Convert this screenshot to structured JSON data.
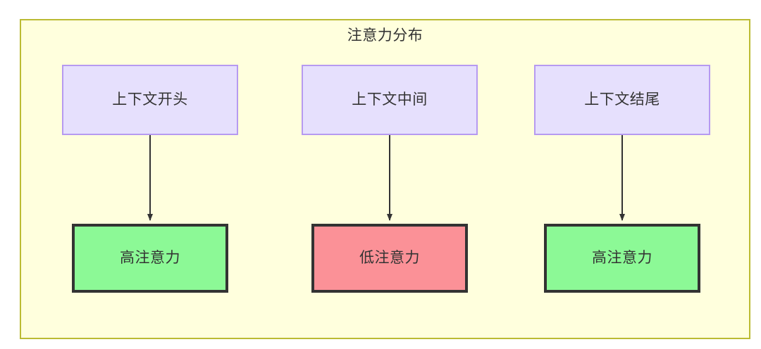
{
  "diagram": {
    "type": "flowchart",
    "container": {
      "title": "注意力分布",
      "fill_color": "#ffffdd",
      "border_color": "#bbbb33"
    },
    "colors": {
      "context_fill": "#e6e0fd",
      "context_border": "#b69af0",
      "high_attention_fill": "#8cf996",
      "low_attention_fill": "#fb9197",
      "outcome_border": "#333333",
      "edge_color": "#333333",
      "text_color": "#333333"
    },
    "nodes": [
      {
        "id": "ctx-begin",
        "label": "上下文开头",
        "row": "top",
        "column": 1,
        "kind": "context"
      },
      {
        "id": "ctx-middle",
        "label": "上下文中间",
        "row": "top",
        "column": 2,
        "kind": "context"
      },
      {
        "id": "ctx-end",
        "label": "上下文结尾",
        "row": "top",
        "column": 3,
        "kind": "context"
      },
      {
        "id": "attn-high-1",
        "label": "高注意力",
        "row": "bottom",
        "column": 1,
        "kind": "high"
      },
      {
        "id": "attn-low",
        "label": "低注意力",
        "row": "bottom",
        "column": 2,
        "kind": "low"
      },
      {
        "id": "attn-high-2",
        "label": "高注意力",
        "row": "bottom",
        "column": 3,
        "kind": "high"
      }
    ],
    "edges": [
      {
        "from": "ctx-begin",
        "to": "attn-high-1",
        "label": ""
      },
      {
        "from": "ctx-middle",
        "to": "attn-low",
        "label": ""
      },
      {
        "from": "ctx-end",
        "to": "attn-high-2",
        "label": ""
      }
    ]
  }
}
